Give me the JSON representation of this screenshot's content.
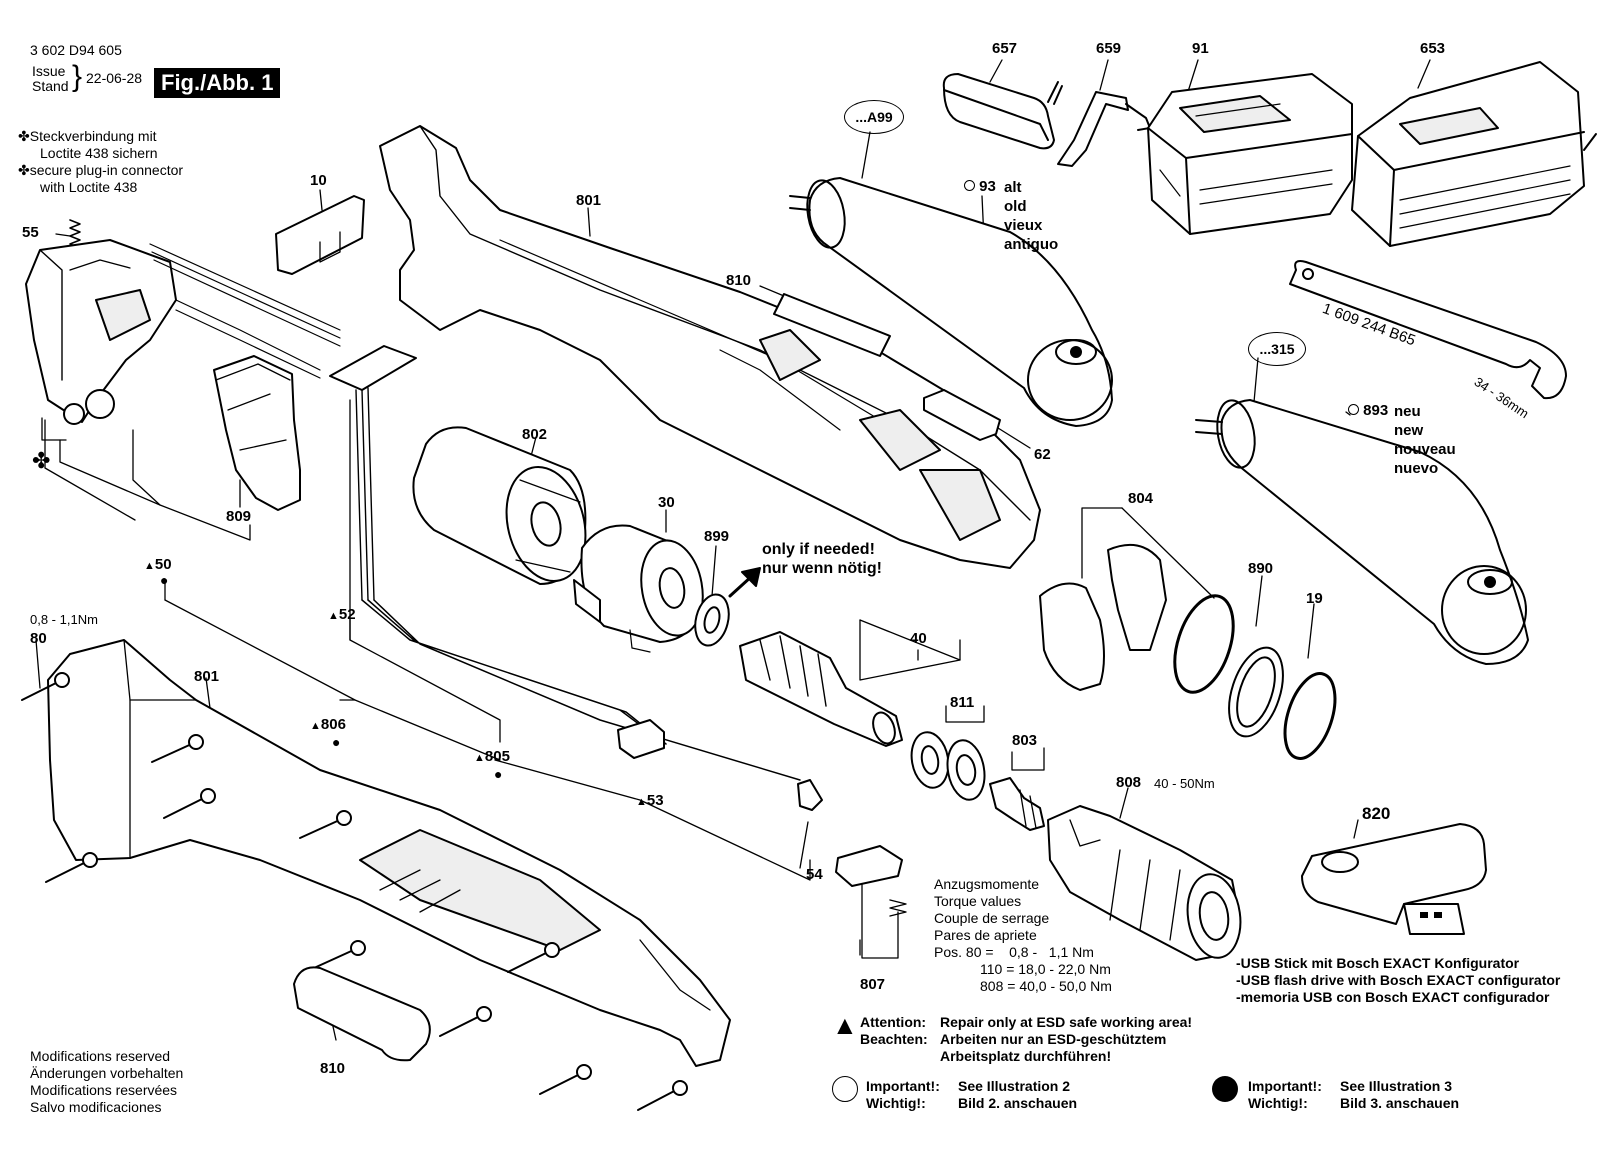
{
  "header": {
    "doc_number": "3 602 D94 605",
    "issue_en": "Issue",
    "issue_de": "Stand",
    "issue_date": "22-06-28",
    "fig_label": "Fig./Abb. 1"
  },
  "loctite_note": {
    "line1": "Steckverbindung mit",
    "line2": "Loctite 438 sichern",
    "line3": "secure plug-in connector",
    "line4": "with Loctite 438"
  },
  "parts": {
    "p657": "657",
    "p659": "659",
    "p91": "91",
    "p653": "653",
    "pA99": "...A99",
    "p93": "93",
    "p93_alt": "alt",
    "p93_old": "old",
    "p93_vieux": "vieux",
    "p93_antiguo": "antiguo",
    "p10": "10",
    "p801a": "801",
    "p55": "55",
    "p810a": "810",
    "p62": "62",
    "p315": "...315",
    "p893": "893",
    "p893_neu": "neu",
    "p893_new": "new",
    "p893_nouveau": "nouveau",
    "p893_nuevo": "nuevo",
    "p802": "802",
    "p30": "30",
    "p899": "899",
    "only1": "only if needed!",
    "only2": "nur wenn nötig!",
    "p804": "804",
    "p890": "890",
    "p19": "19",
    "p809": "809",
    "p50": "50",
    "p52": "52",
    "p80": "80",
    "p80_torque": "0,8 - 1,1Nm",
    "p801b": "801",
    "p806": "806",
    "p805": "805",
    "p53": "53",
    "p54": "54",
    "p40": "40",
    "p811": "811",
    "p803": "803",
    "p808": "808",
    "p808_torque": "40 - 50Nm",
    "p820": "820",
    "p807": "807",
    "p810b": "810",
    "wrench_text": "1 609 244 B65",
    "wrench_size": "34 - 36mm"
  },
  "torque_table": {
    "l1": "Anzugsmomente",
    "l2": "Torque values",
    "l3": "Couple de serrage",
    "l4": "Pares de apriete",
    "l5": "Pos. 80 =    0,8 -   1,1 Nm",
    "l6": "110 = 18,0 - 22,0 Nm",
    "l7": "808 = 40,0 - 50,0 Nm"
  },
  "usb_note": {
    "l1": "-USB Stick mit Bosch EXACT Konfigurator",
    "l2": "-USB flash drive with Bosch EXACT configurator",
    "l3": "-memoria USB con Bosch EXACT configurador"
  },
  "attention": {
    "k1": "Attention:",
    "v1": "Repair only at ESD safe working area!",
    "k2": "Beachten:",
    "v2": "Arbeiten nur an ESD-geschütztem",
    "v3": "Arbeitsplatz durchführen!"
  },
  "important_open": {
    "k1": "Important!:",
    "v1": "See Illustration 2",
    "k2": "Wichtig!:",
    "v2": "Bild 2. anschauen"
  },
  "important_filled": {
    "k1": "Important!:",
    "v1": "See Illustration 3",
    "k2": "Wichtig!:",
    "v2": "Bild 3. anschauen"
  },
  "modifications": {
    "l1": "Modifications reserved",
    "l2": "Änderungen vorbehalten",
    "l3": "Modifications reservées",
    "l4": "Salvo modificaciones"
  },
  "icons": [
    "clover-icon",
    "warning-triangle-icon",
    "open-circle-icon",
    "filled-circle-icon"
  ],
  "colors": {
    "ink": "#000000",
    "paper": "#ffffff",
    "shade": "#e6e6e6"
  }
}
